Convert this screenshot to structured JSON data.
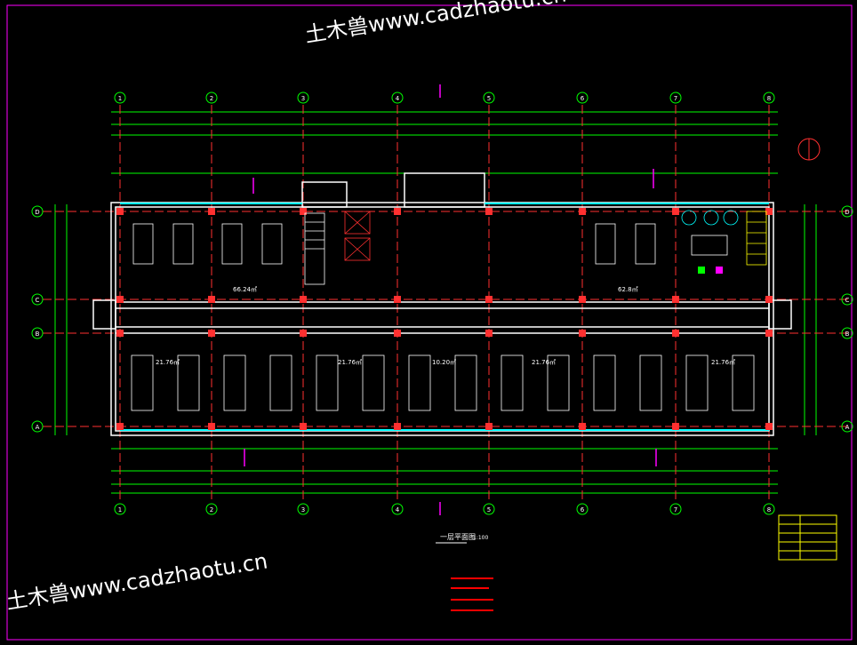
{
  "watermark": {
    "brand": "土木兽www.cadzhaotu.cn",
    "site": "cadzhaotu.cn"
  },
  "drawing": {
    "title": "一层平面图",
    "scale": "1:100",
    "axes_top": [
      "1",
      "2",
      "3",
      "4",
      "5",
      "6",
      "7",
      "8"
    ],
    "axes_side": [
      "D",
      "C",
      "B",
      "A"
    ],
    "area_label_1": "66.24㎡",
    "area_label_2": "62.8㎡",
    "area_label_3": "21.76㎡",
    "area_label_4": "21.76㎡",
    "area_label_5": "21.76㎡",
    "area_label_6": "10.20㎡",
    "area_label_7": "21.76㎡"
  },
  "colors": {
    "background": "#000000",
    "grid_line": "#ff3030",
    "dimension_line": "#00ff00",
    "wall": "#ffffff",
    "axis_bubble": "#00ff00",
    "window": "#00ffff",
    "note_text": "#ff0000",
    "title_block": "#ffff00",
    "frame": "#ff00ff"
  }
}
